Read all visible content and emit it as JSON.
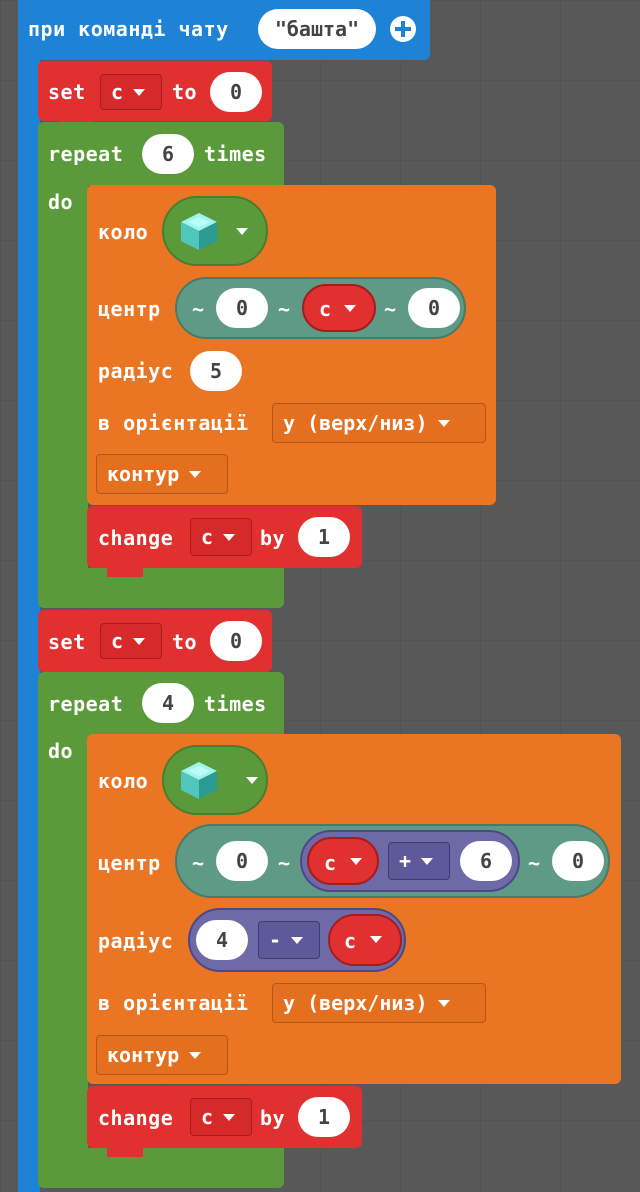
{
  "event": {
    "label": "при команді чату",
    "command_value": "башта",
    "quote": "\""
  },
  "vars": {
    "var_name": "c",
    "set_label": "set",
    "to_label": "to",
    "change_label": "change",
    "by_label": "by"
  },
  "loop1": {
    "set_value": "0",
    "repeat_label": "repeat",
    "repeat_count": "6",
    "times_label": "times",
    "do_label": "do",
    "circle": {
      "label": "коло",
      "block_icon": "diamond-block-icon",
      "center_label": "центр",
      "tilde": "~",
      "x": "0",
      "y_var": "c",
      "z": "0",
      "radius_label": "радіус",
      "radius": "5",
      "orientation_label": "в орієнтації",
      "orientation": "y (верх/низ)",
      "fill_mode": "контур"
    },
    "change_by": "1"
  },
  "loop2": {
    "set_value": "0",
    "repeat_label": "repeat",
    "repeat_count": "4",
    "times_label": "times",
    "do_label": "do",
    "circle": {
      "label": "коло",
      "block_icon": "diamond-block-icon",
      "center_label": "центр",
      "tilde": "~",
      "x": "0",
      "y_var": "c",
      "y_op": "+",
      "y_add": "6",
      "z": "0",
      "radius_label": "радіус",
      "radius_num": "4",
      "radius_op": "-",
      "radius_var": "c",
      "orientation_label": "в орієнтації",
      "orientation": "y (верх/низ)",
      "fill_mode": "контур"
    },
    "change_by": "1"
  },
  "colors": {
    "event": "#1e83d6",
    "variables": "#e03030",
    "loops": "#5b9a3a",
    "shapes": "#ea7623",
    "positions": "#5e9a86",
    "math": "#6e6aa8"
  }
}
